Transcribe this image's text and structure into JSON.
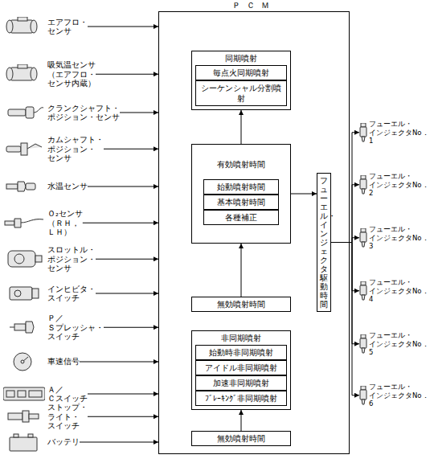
{
  "diagram": {
    "nodes": [
      {
        "text": [
          "ＰＣＭ"
        ]
      },
      {
        "text": [
          "エアフロ・センサ"
        ]
      },
      {
        "text": [
          "吸気温センサ （エアフロ・センサ内蔵）"
        ]
      },
      {
        "text": [
          "クランクシャフト・ ポジション・センサ"
        ]
      },
      {
        "text": [
          "カムシャフト・ ポジション・センサ"
        ]
      },
      {
        "text": [
          "水温センサ"
        ]
      },
      {
        "text": [
          "Ｏ₂センサ （ＲＨ，ＬＨ）"
        ]
      },
      {
        "text": [
          "スロットル・ ポジション・センサ"
        ]
      },
      {
        "text": [
          "インヒビタ・スイッチ"
        ]
      },
      {
        "text": [
          "Ｐ／Ｓプレッシャ・ スイッチ"
        ]
      },
      {
        "text": [
          "車速信号"
        ]
      },
      {
        "text": [
          "Ａ／Ｃスイッチ"
        ]
      },
      {
        "text": [
          "ストップ・ライト・ スイッチ"
        ]
      },
      {
        "text": [
          "バッテリ"
        ]
      },
      {
        "text": [
          "同期噴射"
        ],
        "in": 0
      },
      {
        "text": [
          "毎点火同期噴射"
        ],
        "in": 14
      },
      {
        "text": [
          "シーケンシャル分割噴射"
        ],
        "in": 14
      },
      {
        "text": [
          "有効噴射時間"
        ],
        "in": 0
      },
      {
        "text": [
          "始動噴射時間"
        ],
        "in": 17
      },
      {
        "text": [
          "基本噴射時間"
        ],
        "in": 17
      },
      {
        "text": [
          "各種補正"
        ],
        "in": 17
      },
      {
        "text": [
          "無効噴射時間"
        ],
        "in": 0
      },
      {
        "text": [
          "非同期噴射"
        ],
        "in": 0
      },
      {
        "text": [
          "始動時非同期噴射"
        ],
        "in": 22
      },
      {
        "text": [
          "アイドル非同期噴射"
        ],
        "in": 22
      },
      {
        "text": [
          "加速非同期噴射"
        ],
        "in": 22
      },
      {
        "text": [
          "ﾌﾞﾚｰｷﾝｸﾞ非同期噴射"
        ],
        "in": 22
      },
      {
        "text": [
          "無効噴射時間"
        ],
        "in": 0
      },
      {
        "text": [
          "フューエル・インジェクタ駆動時間"
        ],
        "in": 0
      },
      {
        "text": [
          "フューエル・ インジェクタNo．1"
        ]
      },
      {
        "text": [
          "フューエル・ インジェクタNo．2"
        ]
      },
      {
        "text": [
          "フューエル・ インジェクタNo．3"
        ]
      },
      {
        "text": [
          "フューエル・ インジェクタNo．4"
        ]
      },
      {
        "text": [
          "フューエル・ インジェクタNo．5"
        ]
      },
      {
        "text": [
          "フューエル・ インジェクタNo．6"
        ]
      }
    ],
    "edges": [
      {
        "from": 1,
        "to": 0,
        "arrow": "to"
      },
      {
        "from": 2,
        "to": 0,
        "arrow": "to"
      },
      {
        "from": 3,
        "to": 0,
        "arrow": "to"
      },
      {
        "from": 4,
        "to": 0,
        "arrow": "to"
      },
      {
        "from": 5,
        "to": 0,
        "arrow": "to"
      },
      {
        "from": 6,
        "to": 0,
        "arrow": "to"
      },
      {
        "from": 7,
        "to": 0,
        "arrow": "to"
      },
      {
        "from": 8,
        "to": 0,
        "arrow": "to"
      },
      {
        "from": 9,
        "to": 0,
        "arrow": "to"
      },
      {
        "from": 10,
        "to": 0,
        "arrow": "to"
      },
      {
        "from": 11,
        "to": 0,
        "arrow": "to"
      },
      {
        "from": 12,
        "to": 0,
        "arrow": "to"
      },
      {
        "from": 13,
        "to": 0,
        "arrow": "to"
      },
      {
        "from": 17,
        "to": 14,
        "arrow": "to"
      },
      {
        "from": 21,
        "to": 17,
        "arrow": "to"
      },
      {
        "from": 27,
        "to": 22,
        "arrow": "to"
      },
      {
        "from": 17,
        "to": 28,
        "arrow": "to"
      },
      {
        "from": 28,
        "to": 29,
        "arrow": "to"
      },
      {
        "from": 28,
        "to": 30,
        "arrow": "to"
      },
      {
        "from": 28,
        "to": 31,
        "arrow": "to"
      },
      {
        "from": 28,
        "to": 32,
        "arrow": "to"
      },
      {
        "from": 28,
        "to": 33,
        "arrow": "to"
      },
      {
        "from": 28,
        "to": 34,
        "arrow": "to"
      }
    ]
  }
}
